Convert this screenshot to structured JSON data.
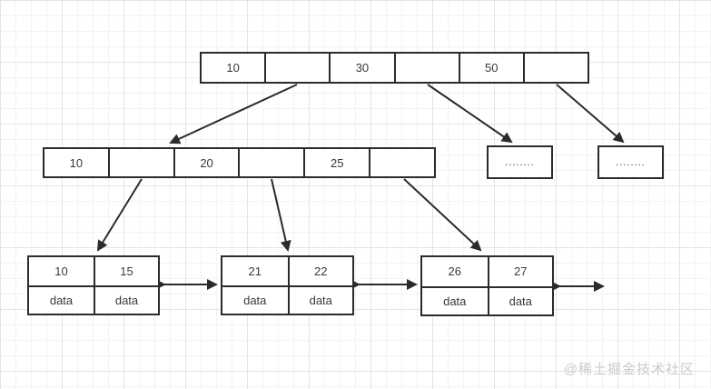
{
  "watermark": "@稀土掘金技术社区",
  "colors": {
    "line": "#2b2b2b",
    "text": "#383838",
    "watermark": "#cbcbcb"
  },
  "tree": {
    "root": {
      "cells": [
        "10",
        "",
        "30",
        "",
        "50",
        ""
      ]
    },
    "internal": {
      "cells": [
        "10",
        "",
        "20",
        "",
        "25",
        ""
      ]
    },
    "ellipsis_nodes": [
      {
        "label": "........"
      },
      {
        "label": "........"
      }
    ],
    "leaves": [
      {
        "keys": [
          "10",
          "15"
        ],
        "values": [
          "data",
          "data"
        ]
      },
      {
        "keys": [
          "21",
          "22"
        ],
        "values": [
          "data",
          "data"
        ]
      },
      {
        "keys": [
          "26",
          "27"
        ],
        "values": [
          "data",
          "data"
        ]
      }
    ]
  }
}
